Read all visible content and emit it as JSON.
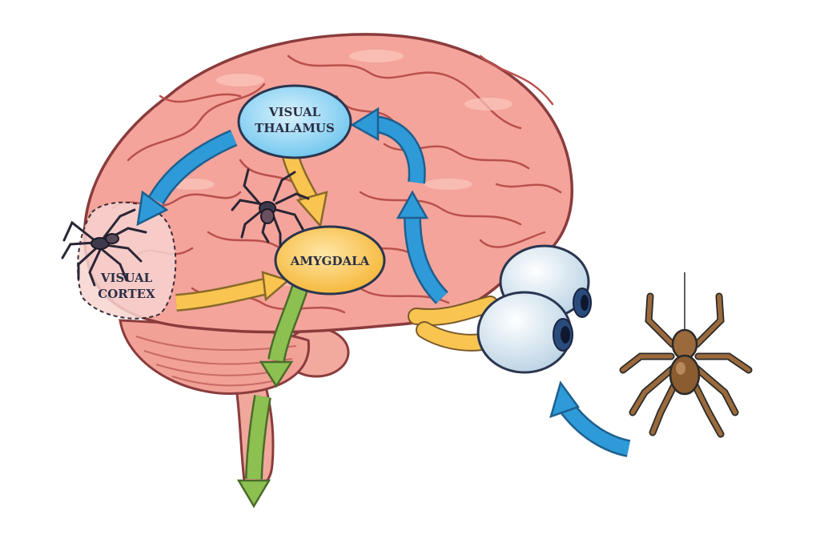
{
  "labels": {
    "visual_thalamus": [
      "VISUAL",
      "THALAMUS"
    ],
    "amygdala": "AMYGDALA",
    "visual_cortex": [
      "VISUAL",
      "CORTEX"
    ]
  },
  "colors": {
    "brain_fill": "#f4a49a",
    "brain_gyri": "#f7b8ae",
    "brain_outline": "#8a3b3b",
    "cerebellum": "#f2a197",
    "brainstem": "#f0a89c",
    "thalamus_fill": "#8fd3f3",
    "amygdala_fill": "#fbc85e",
    "blue_arrow": "#2f9ad8",
    "yellow_arrow": "#f9c44f",
    "green_arrow": "#8cc051",
    "eye_white": "#e6f1f8",
    "iris": "#2a4c7d",
    "spider_body": "#9a6a3c",
    "dark_spider": "#3e3a4c"
  },
  "icons": [
    "eyeball-icon",
    "spider-icon",
    "brain-illustration"
  ]
}
